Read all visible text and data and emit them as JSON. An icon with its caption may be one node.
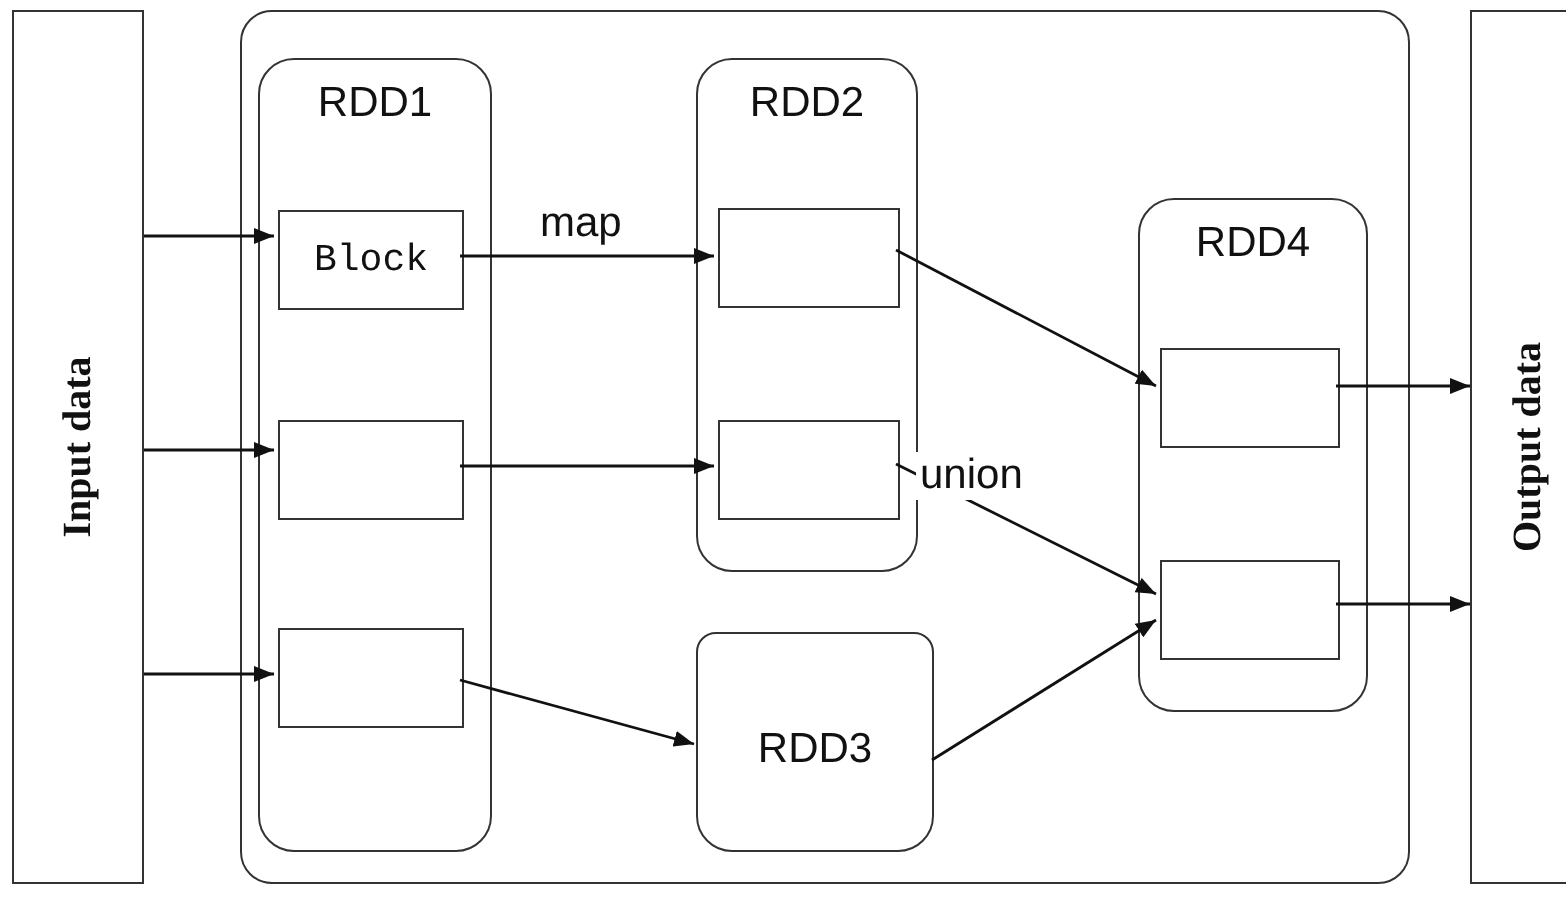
{
  "diagram": {
    "nodes": [
      {
        "text": [
          "Input data"
        ]
      },
      {
        "text": [],
        "shape": "box"
      },
      {
        "text": [
          "RDD1"
        ],
        "in": 1
      },
      {
        "text": [
          "Block"
        ],
        "in": 2
      },
      {
        "text": [],
        "shape": "box",
        "in": 2
      },
      {
        "text": [],
        "shape": "box",
        "in": 2
      },
      {
        "text": [
          "RDD2"
        ],
        "in": 1
      },
      {
        "text": [],
        "shape": "box",
        "in": 6
      },
      {
        "text": [],
        "shape": "box",
        "in": 6
      },
      {
        "text": [
          "RDD3"
        ],
        "in": 1
      },
      {
        "text": [
          "RDD4"
        ],
        "in": 1
      },
      {
        "text": [],
        "shape": "box",
        "in": 10
      },
      {
        "text": [],
        "shape": "box",
        "in": 10
      },
      {
        "text": [
          "Output data"
        ]
      }
    ],
    "edges": [
      {
        "from": 0,
        "to": 3,
        "arrow": "to"
      },
      {
        "from": 0,
        "to": 4,
        "arrow": "to"
      },
      {
        "from": 0,
        "to": 5,
        "arrow": "to"
      },
      {
        "from": 3,
        "to": 7,
        "arrow": "to",
        "label": "map"
      },
      {
        "from": 4,
        "to": 8,
        "arrow": "to"
      },
      {
        "from": 5,
        "to": 9,
        "arrow": "to"
      },
      {
        "from": 7,
        "to": 11,
        "arrow": "to"
      },
      {
        "from": 8,
        "to": 12,
        "arrow": "to",
        "label": "union"
      },
      {
        "from": 9,
        "to": 12,
        "arrow": "to"
      },
      {
        "from": 11,
        "to": 13,
        "arrow": "to"
      },
      {
        "from": 12,
        "to": 13,
        "arrow": "to"
      }
    ]
  }
}
